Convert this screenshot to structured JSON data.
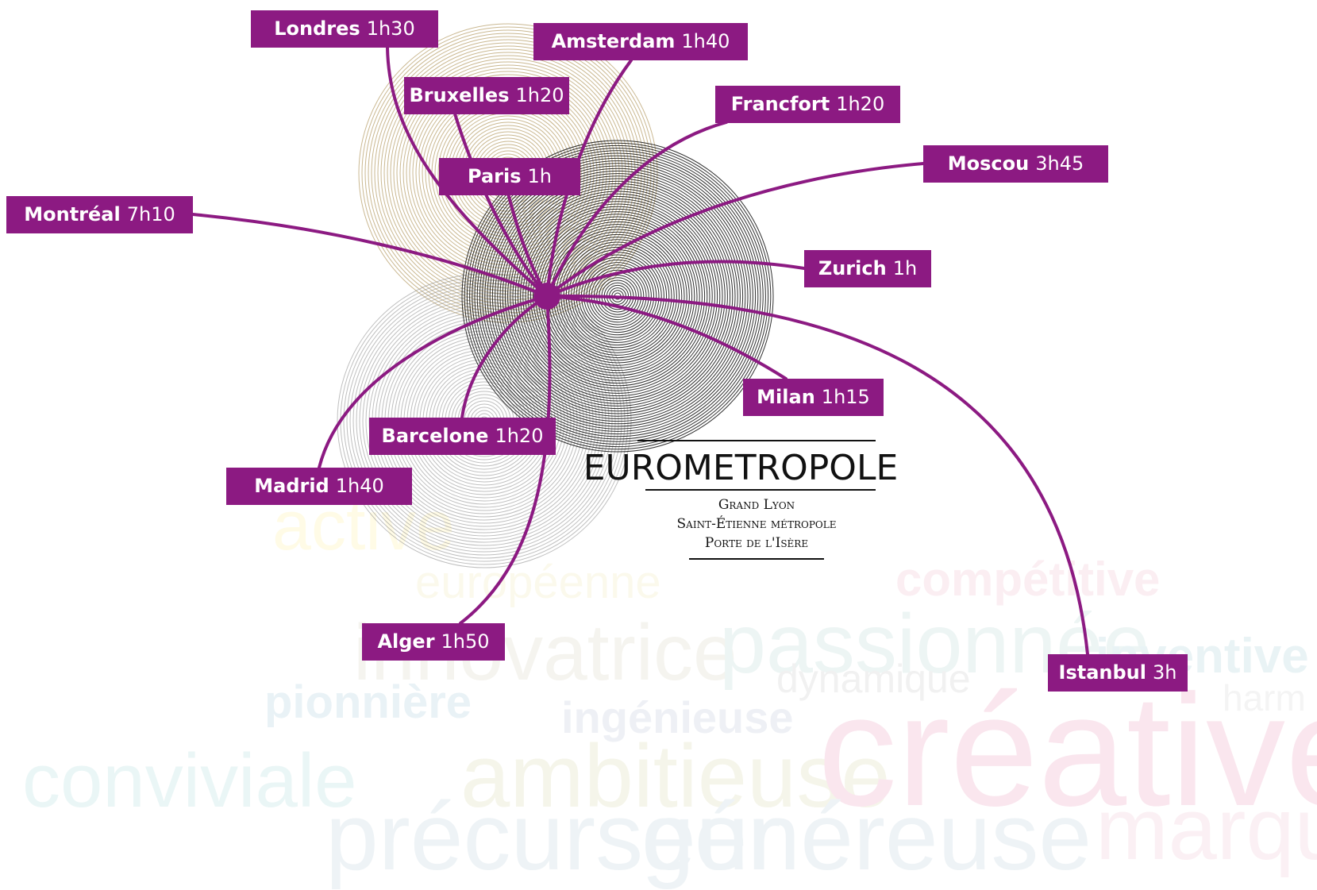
{
  "logo": {
    "brand": "EUROMETROPOLE",
    "line1": "Grand Lyon",
    "line2": "Saint-Étienne métropole",
    "line3": "Porte de l'Isère"
  },
  "destinations": [
    {
      "city": "Londres",
      "time": "1h30"
    },
    {
      "city": "Amsterdam",
      "time": "1h40"
    },
    {
      "city": "Bruxelles",
      "time": "1h20"
    },
    {
      "city": "Francfort",
      "time": "1h20"
    },
    {
      "city": "Paris",
      "time": "1h"
    },
    {
      "city": "Moscou",
      "time": "3h45"
    },
    {
      "city": "Montréal",
      "time": "7h10"
    },
    {
      "city": "Zurich",
      "time": "1h"
    },
    {
      "city": "Milan",
      "time": "1h15"
    },
    {
      "city": "Barcelone",
      "time": "1h20"
    },
    {
      "city": "Madrid",
      "time": "1h40"
    },
    {
      "city": "Alger",
      "time": "1h50"
    },
    {
      "city": "Istanbul",
      "time": "3h"
    }
  ],
  "word_cloud": [
    "active",
    "européenne",
    "compétitive",
    "innovatrice",
    "passionnée",
    "inventive",
    "dynamique",
    "pionnière",
    "ingénieuse",
    "harm",
    "conviviale",
    "ambitieuse",
    "créative",
    "précurseur",
    "généreuse",
    "marqu"
  ],
  "colors": {
    "accent": "#8c1a82",
    "circle_beige": "#b39a62",
    "circle_dark": "#1a1a1a",
    "circle_grey": "#8a8a8a"
  }
}
